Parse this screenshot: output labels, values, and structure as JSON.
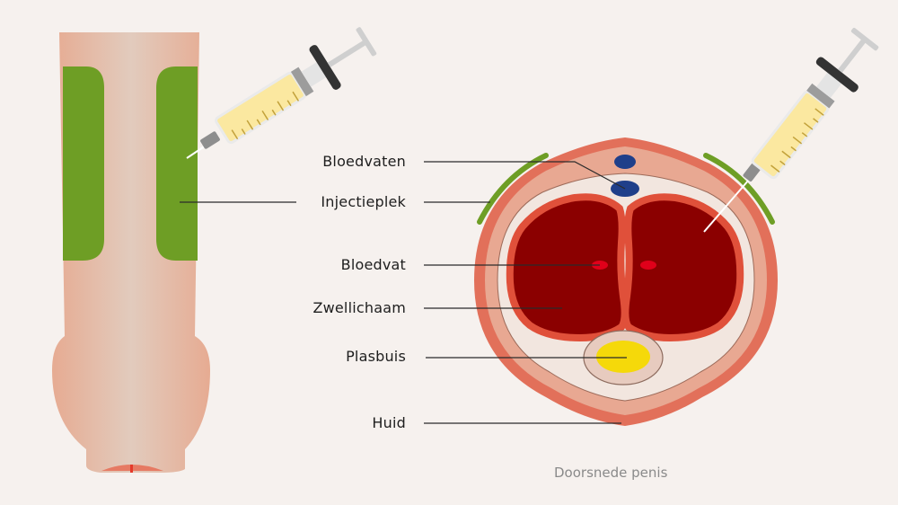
{
  "labels": {
    "bloedvaten": "Bloedvaten",
    "injectieplek": "Injectieplek",
    "bloedvat": "Bloedvat",
    "zwellichaam": "Zwellichaam",
    "plasbuis": "Plasbuis",
    "huid": "Huid"
  },
  "caption": "Doorsnede penis",
  "colors": {
    "background": "#f6f1ee",
    "skin": "#e8b39c",
    "injection_site": "#6e9e25",
    "corpus": "#8b0000",
    "corpus_outline": "#e0503a",
    "urethra": "#f5d90a",
    "blood_vessel_blue": "#1f3f8a",
    "blood_vessel_red": "#e0001a",
    "syringe_fluid": "#fbe8a0",
    "syringe_plunger": "#333333"
  }
}
